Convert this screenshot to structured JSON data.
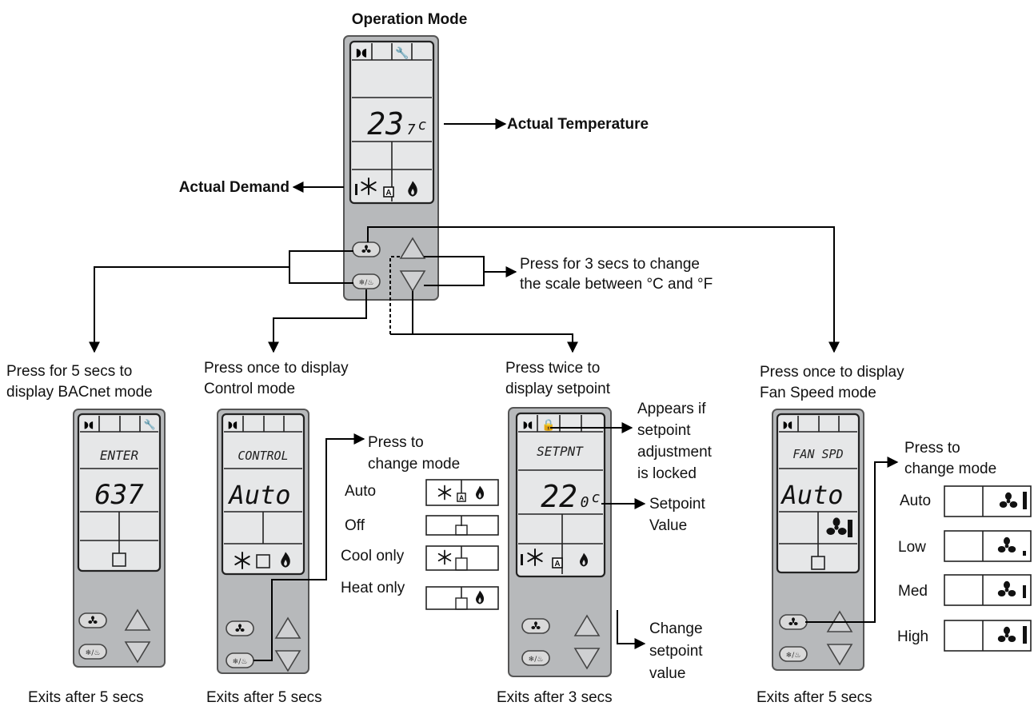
{
  "title": "Operation Mode",
  "main_device": {
    "temp_main": "23",
    "temp_dec": "7",
    "temp_unit": "c",
    "actual_temperature": "Actual Temperature",
    "actual_demand": "Actual Demand",
    "scale_note_1": "Press for 3 secs to change",
    "scale_note_2": "the scale between °C and °F"
  },
  "panels": [
    {
      "heading_1": "Press for 5 secs to",
      "heading_2": "display BACnet mode",
      "lcd_top": "ENTER",
      "lcd_value": "637",
      "footer": "Exits after 5 secs"
    },
    {
      "heading_1": "Press once to display",
      "heading_2": "Control mode",
      "lcd_top": "CONTROL",
      "lcd_value": "Auto",
      "footer": "Exits after 5 secs",
      "press_1": "Press to",
      "press_2": "change mode",
      "options": [
        "Auto",
        "Off",
        "Cool only",
        "Heat only"
      ]
    },
    {
      "heading_1": "Press twice to",
      "heading_2": "display setpoint",
      "lcd_top": "SETPNT",
      "lcd_value_main": "22",
      "lcd_value_dec": "0",
      "lcd_unit": "c",
      "footer": "Exits after 3 secs",
      "lock_note": [
        "Appears if",
        "setpoint",
        "adjustment",
        "is locked"
      ],
      "setpoint_note": [
        "Setpoint",
        "Value"
      ],
      "change_note": [
        "Change",
        "setpoint",
        "value"
      ]
    },
    {
      "heading_1": "Press once to display",
      "heading_2": "Fan Speed mode",
      "lcd_top": "FAN SPD",
      "lcd_value": "Auto",
      "footer": "Exits after 5 secs",
      "press_1": "Press to",
      "press_2": "change mode",
      "options": [
        "Auto",
        "Low",
        "Med",
        "High"
      ]
    }
  ]
}
